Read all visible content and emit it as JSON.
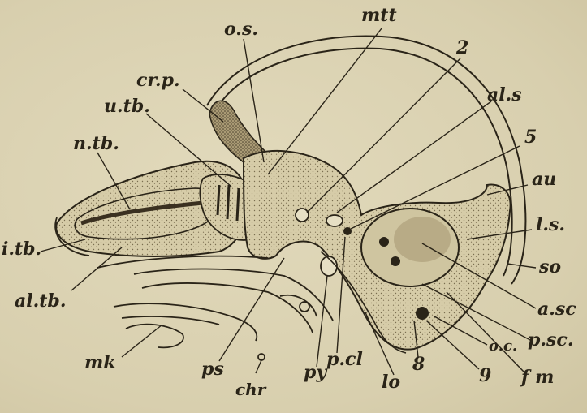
{
  "colors": {
    "paper": "#dcd3b3",
    "ink": "#2a2418",
    "cartilage_stipple": "#8a7d5c",
    "shade": "#5a4f38"
  },
  "labels": {
    "o_s": "o.s.",
    "mtt": "mtt",
    "two": "2",
    "crp": "cr.p.",
    "als": "al.s",
    "utb": "u.tb.",
    "five": "5",
    "ntb": "n.tb.",
    "au": "au",
    "ls": "l.s.",
    "itb": "i.tb.",
    "so": "so",
    "altb": "al.tb.",
    "asc": "a.sc",
    "psc": "p.sc.",
    "oc": "o.c.",
    "mk": "mk",
    "nine": "9",
    "fm": "f m",
    "ps": "ps",
    "py": "py",
    "pcl": "p.cl",
    "eight": "8",
    "lo": "lo",
    "chr": "chr"
  }
}
